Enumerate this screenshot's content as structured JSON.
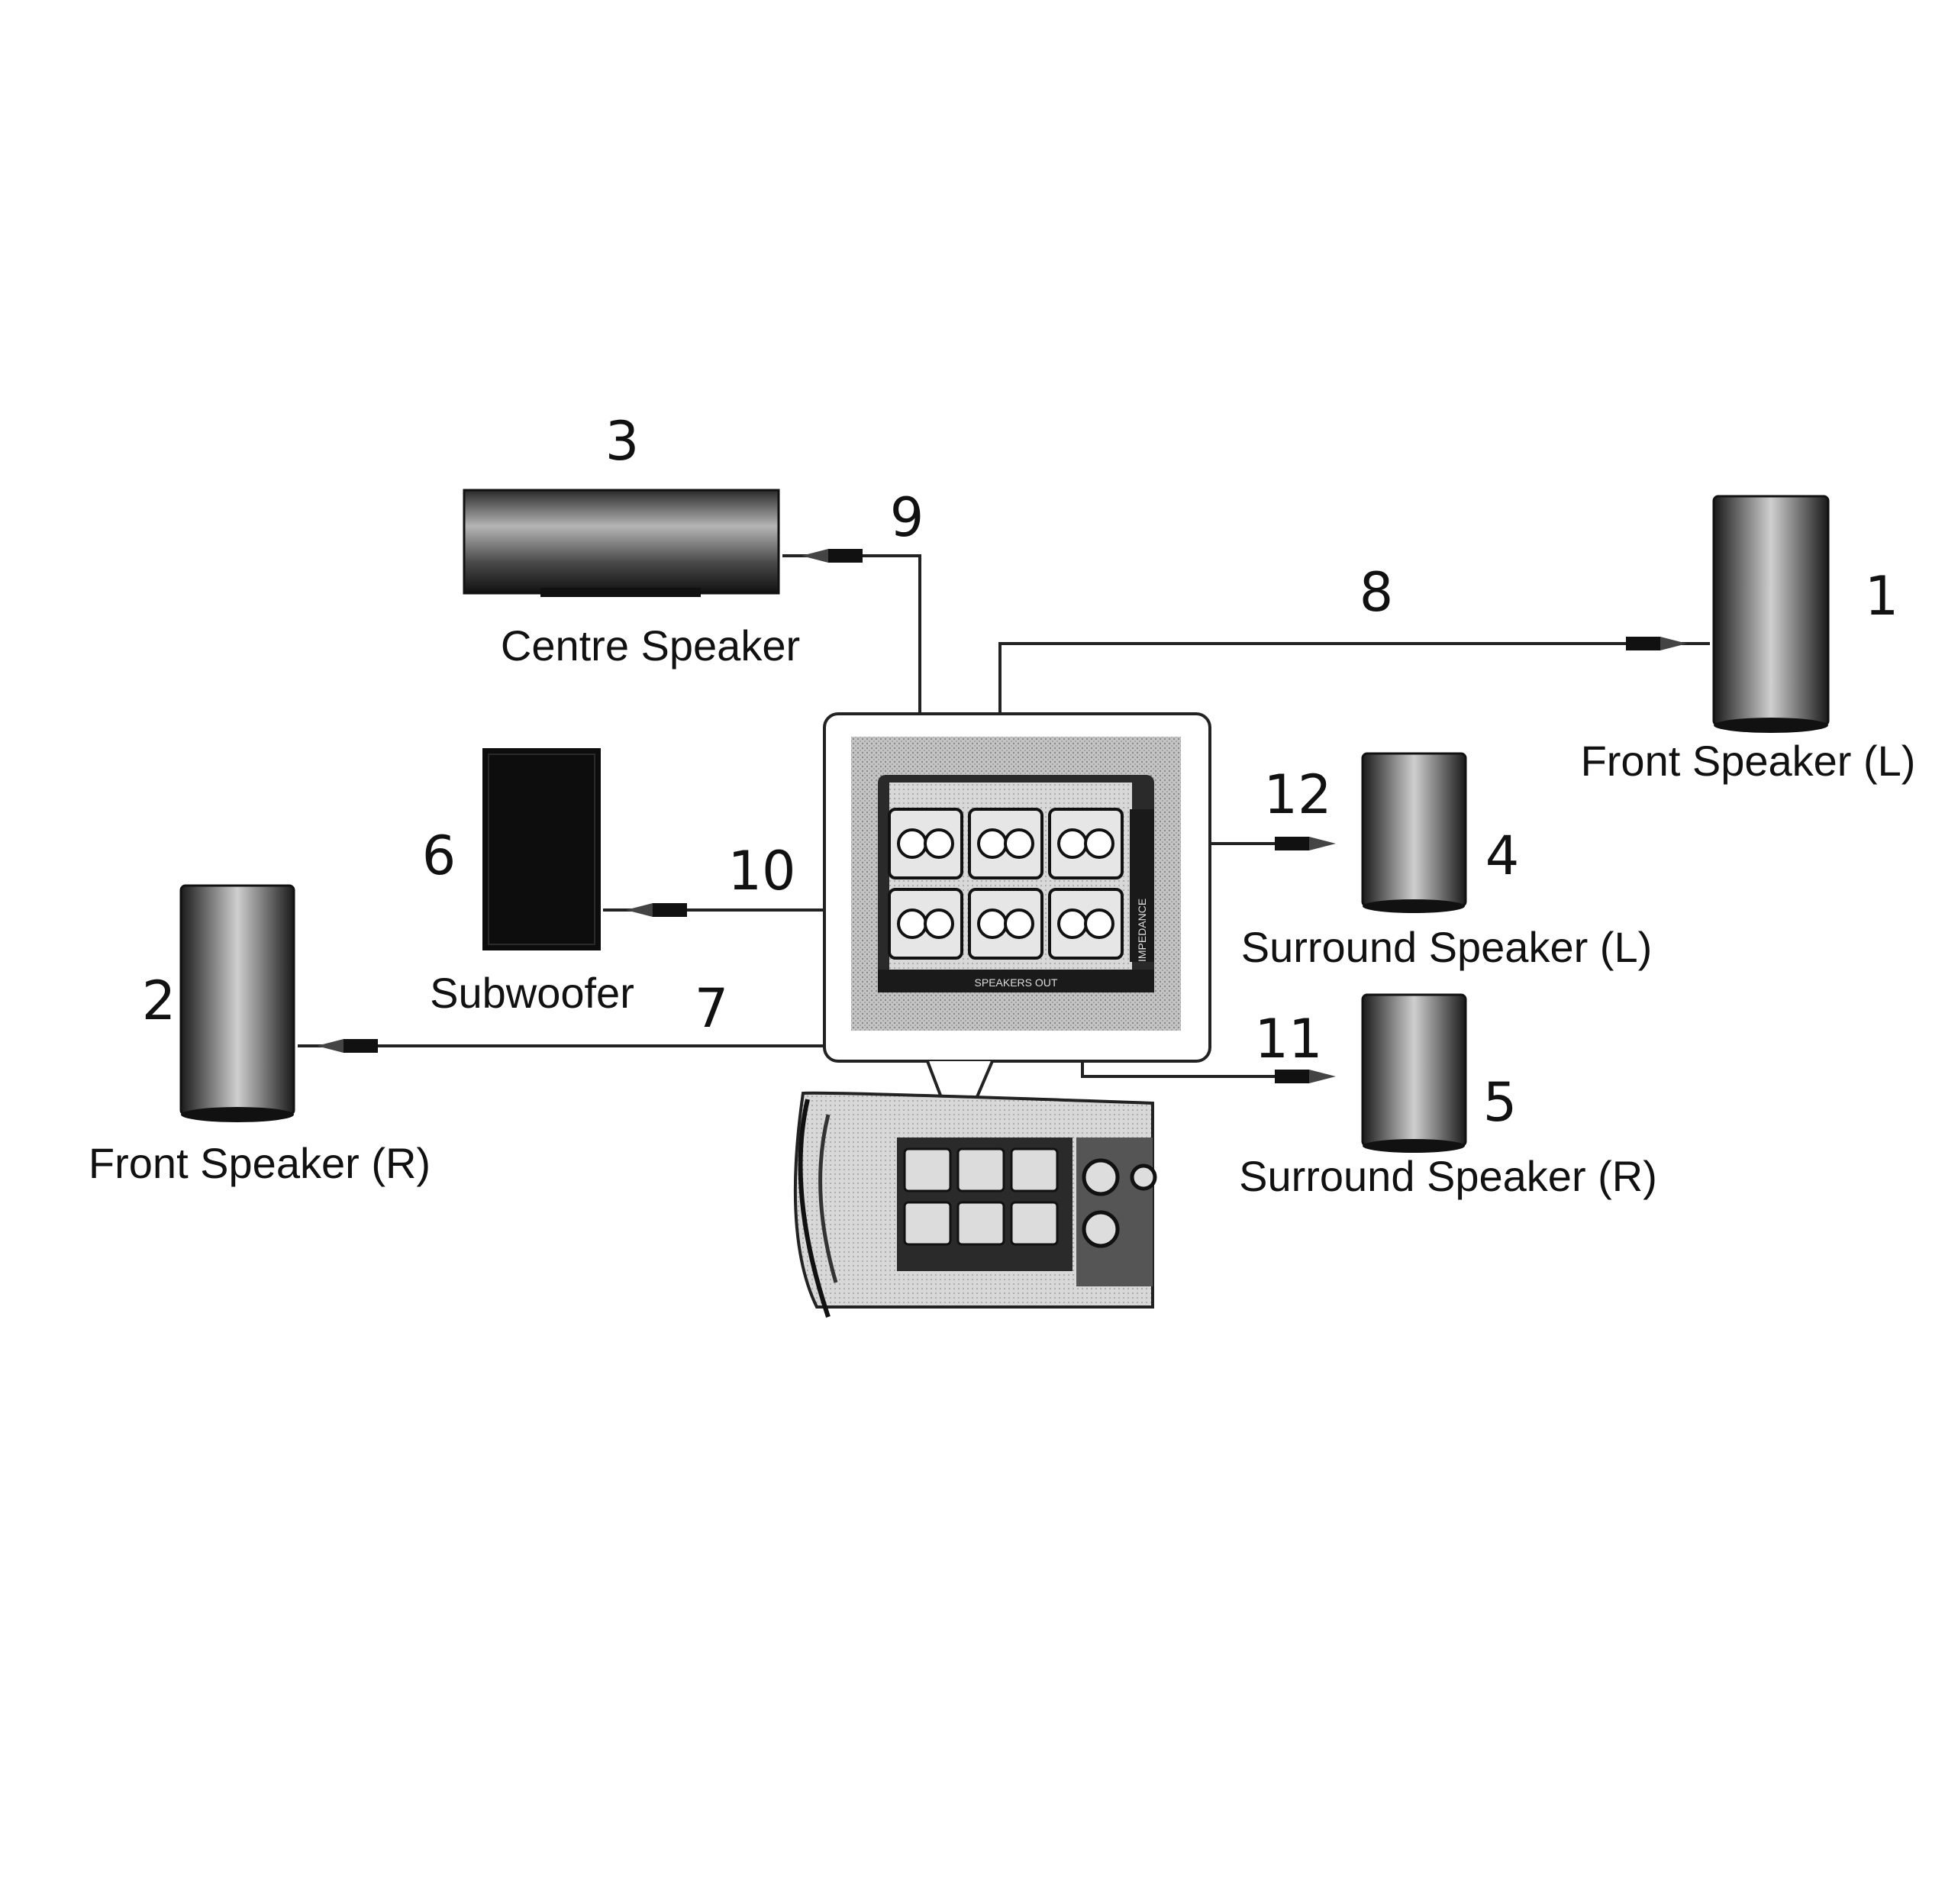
{
  "components": [
    {
      "id": "front_left",
      "number": "1",
      "label": "Front Speaker (L)"
    },
    {
      "id": "front_right",
      "number": "2",
      "label": "Front Speaker (R)"
    },
    {
      "id": "centre",
      "number": "3",
      "label": "Centre Speaker"
    },
    {
      "id": "surround_left",
      "number": "4",
      "label": "Surround Speaker (L)"
    },
    {
      "id": "surround_right",
      "number": "5",
      "label": "Surround Speaker (R)"
    },
    {
      "id": "subwoofer",
      "number": "6",
      "label": "Subwoofer"
    }
  ],
  "cables": [
    {
      "number": "7",
      "from": "front_right"
    },
    {
      "number": "8",
      "from": "front_left"
    },
    {
      "number": "9",
      "from": "centre"
    },
    {
      "number": "10",
      "from": "subwoofer"
    },
    {
      "number": "11",
      "from": "surround_right"
    },
    {
      "number": "12",
      "from": "surround_left"
    }
  ],
  "panel": {
    "impedance_text": "IMPEDANCE",
    "speakers_out_text": "SPEAKERS OUT"
  },
  "colors": {
    "ink": "#111111",
    "speaker_dark": "#1c1c1c",
    "speaker_light": "#cfcfcf",
    "panel_gray": "#b9b9b9"
  }
}
